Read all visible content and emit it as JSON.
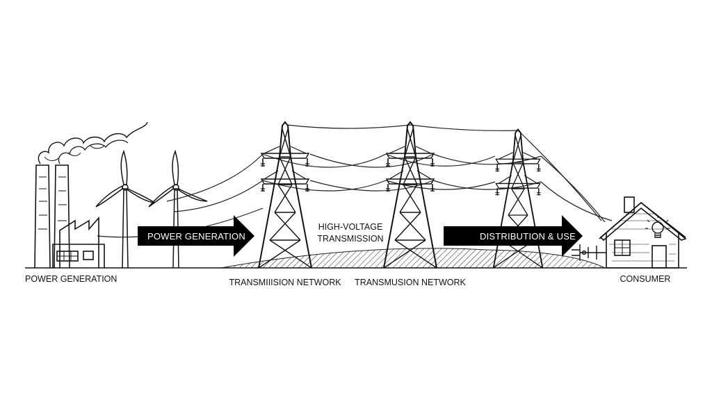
{
  "diagram": {
    "arrows": {
      "generation_label": "POWER GENERATION",
      "distribution_label": "DISTRIBUTION & USE"
    },
    "center_label": {
      "line1": "HIGH-VOLTAGE",
      "line2": "TRANSMISSION"
    },
    "captions": {
      "generation": "POWER GENERATION",
      "network_1": "TRANSMIIISION NETWORK",
      "network_2": "TRANSMUSION NETWORK",
      "consumer": "CONSUMER"
    },
    "colors": {
      "ink": "#111111",
      "arrow_fill": "#000000",
      "background": "#ffffff"
    },
    "icons": [
      "factory-icon",
      "wind-turbine-icon",
      "transmission-tower-icon",
      "house-icon",
      "light-bulb-icon",
      "transformer-icon"
    ]
  }
}
